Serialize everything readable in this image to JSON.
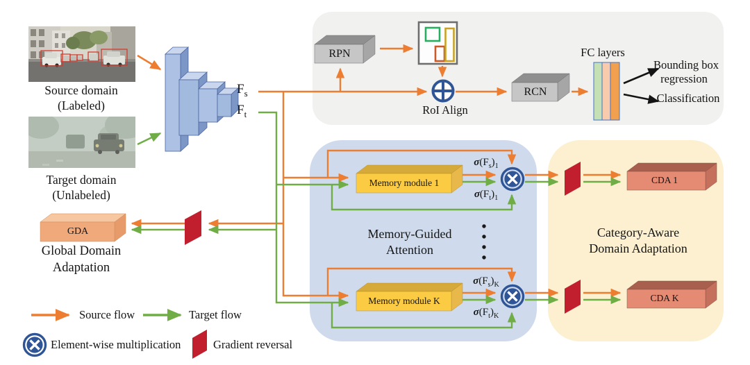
{
  "inputs": {
    "source_caption_1": "Source domain",
    "source_caption_2": "(Labeled)",
    "target_caption_1": "Target domain",
    "target_caption_2": "(Unlabeled)"
  },
  "features": {
    "f": "F",
    "s_sub": "s",
    "t_sub": "t"
  },
  "detection": {
    "rpn": "RPN",
    "roi_align": "RoI Align",
    "rcn": "RCN",
    "fc_layers": "FC layers",
    "bbox_1": "Bounding box",
    "bbox_2": "regression",
    "classification": "Classification"
  },
  "memory": {
    "title_1": "Memory-Guided",
    "title_2": "Attention",
    "module_1": "Memory module 1",
    "module_k": "Memory module K",
    "sigma": "σ",
    "open_f": "(F",
    "close": ")",
    "sub_s": "s",
    "sub_t": "t",
    "idx_1": "1",
    "idx_k": "K"
  },
  "gda": {
    "box": "GDA",
    "title_1": "Global Domain",
    "title_2": "Adaptation"
  },
  "cda": {
    "title_1": "Category-Aware",
    "title_2": "Domain Adaptation",
    "box_1": "CDA 1",
    "box_k": "CDA K"
  },
  "legend": {
    "source_flow": "Source flow",
    "target_flow": "Target flow",
    "elementwise": "Element-wise multiplication",
    "gradient_reversal": "Gradient reversal"
  },
  "colors": {
    "source_flow": "#ED7D31",
    "target_flow": "#70AD47",
    "multiply_circle": "#2F5597",
    "gradient_reversal": "#C11F2E",
    "panel_gray": "#F1F1F0",
    "panel_blue": "#CFDBEC",
    "panel_yellow": "#FCF0D0",
    "memory_module": "#FBCB43",
    "gda_box": "#F0A97B",
    "cda_box": "#E58B74"
  }
}
